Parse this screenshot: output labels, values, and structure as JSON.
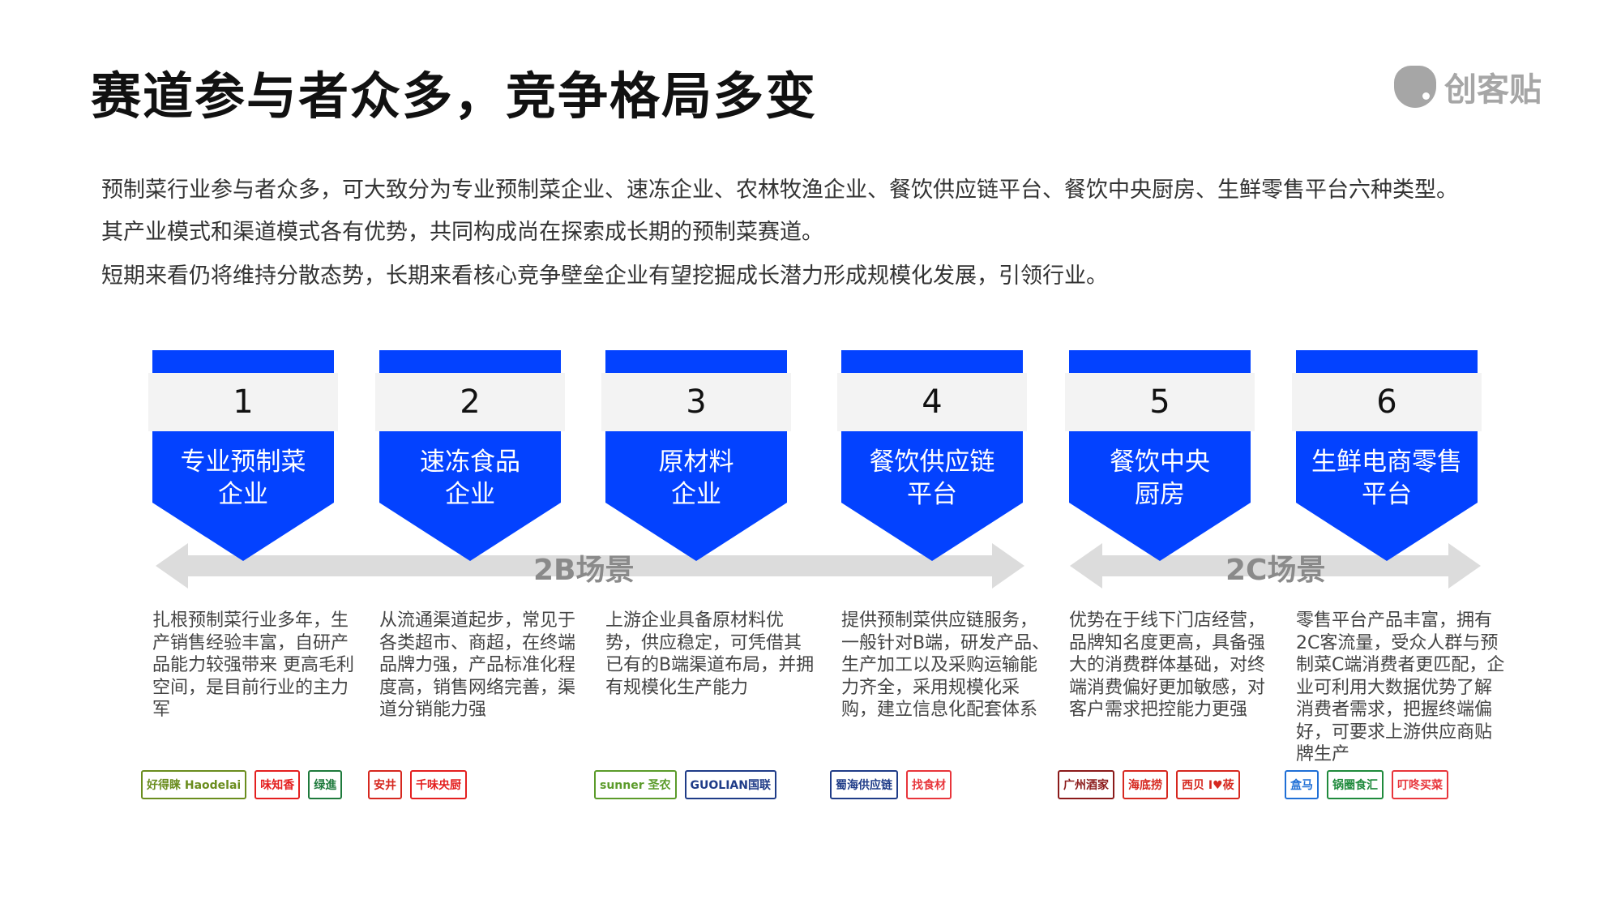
{
  "title": "赛道参与者众多，竞争格局多变",
  "brand": "创客贴",
  "intro": [
    "预制菜行业参与者众多，可大致分为专业预制菜企业、速冻企业、农林牧渔企业、餐饮供应链平台、餐饮中央厨房、生鲜零售平台六种类型。",
    "其产业模式和渠道模式各有优势，共同构成尚在探索成长期的预制菜赛道。",
    "短期来看仍将维持分散态势，长期来看核心竞争壁垒企业有望挖掘成长潜力形成规模化发展，引领行业。"
  ],
  "scenes": [
    "2B场景",
    "2C场景"
  ],
  "cards": [
    {
      "num": "1",
      "l1": "专业预制菜",
      "l2": "企业",
      "desc": "扎根预制菜行业多年，生产销售经验丰富，自研产品能力较强带来 更高毛利空间，是目前行业的主力军",
      "logos": [
        "好得睐 Haodelai",
        "味知香",
        "绿進"
      ]
    },
    {
      "num": "2",
      "l1": "速冻食品",
      "l2": "企业",
      "desc": "从流通渠道起步，常见于各类超市、商超，在终端品牌力强，产品标准化程度高，销售网络完善，渠道分销能力强",
      "logos": [
        "安井",
        "千味央厨"
      ]
    },
    {
      "num": "3",
      "l1": "原材料",
      "l2": "企业",
      "desc": "上游企业具备原材料优势，供应稳定，可凭借其已有的B端渠道布局，并拥有规模化生产能力",
      "logos": [
        "sunner 圣农",
        "GUOLIAN国联"
      ]
    },
    {
      "num": "4",
      "l1": "餐饮供应链",
      "l2": "平台",
      "desc": "提供预制菜供应链服务，一般针对B端，研发产品、生产加工以及采购运输能力齐全，采用规模化采购，建立信息化配套体系",
      "logos": [
        "蜀海供应链",
        "找食材"
      ]
    },
    {
      "num": "5",
      "l1": "餐饮中央",
      "l2": "厨房",
      "desc": "优势在于线下门店经营，品牌知名度更高，具备强大的消费群体基础，对终端消费偏好更加敏感，对客户需求把控能力更强",
      "logos": [
        "广州酒家",
        "海底捞",
        "西贝 I♥莜"
      ]
    },
    {
      "num": "6",
      "l1": "生鲜电商零售",
      "l2": "平台",
      "desc": "零售平台产品丰富，拥有2C客流量，受众人群与预制菜C端消费者更匹配，企业可利用大数据优势了解消费者需求，把握终端偏好，可要求上游供应商贴牌生产",
      "logos": [
        "盒马",
        "锅圈食汇",
        "叮咚买菜"
      ]
    }
  ],
  "colors": {
    "accent": "#0342ff",
    "band": "#f3f3f3",
    "arrow": "#dcdcdc"
  }
}
